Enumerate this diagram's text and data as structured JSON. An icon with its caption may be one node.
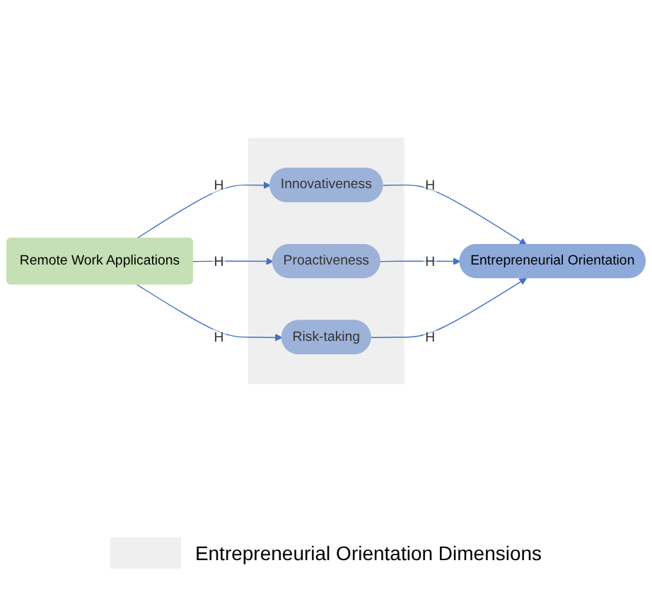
{
  "diagram": {
    "nodes": [
      {
        "text": [],
        "shape": "box"
      },
      {
        "text": [
          "Innovativeness"
        ],
        "in": 0
      },
      {
        "text": [
          "Proactiveness"
        ],
        "in": 0
      },
      {
        "text": [
          "Risk-taking"
        ],
        "in": 0
      },
      {
        "text": [
          "Entrepreneurial Orientation"
        ]
      },
      {
        "text": [
          "Remote Work Applications"
        ]
      }
    ],
    "edges": [
      {
        "from": 5,
        "to": 1,
        "arrow": "to",
        "label": "H"
      },
      {
        "from": 5,
        "to": 2,
        "arrow": "to",
        "label": "H"
      },
      {
        "from": 5,
        "to": 3,
        "arrow": "to",
        "label": "H"
      },
      {
        "from": 1,
        "to": 4,
        "arrow": "to",
        "label": "H"
      },
      {
        "from": 2,
        "to": 4,
        "arrow": "to",
        "label": "H"
      },
      {
        "from": 3,
        "to": 4,
        "arrow": "to",
        "label": "H"
      }
    ],
    "legend": [
      {
        "text": "Entrepreneurial Orientation Dimensions",
        "color": "#efefef"
      }
    ]
  }
}
